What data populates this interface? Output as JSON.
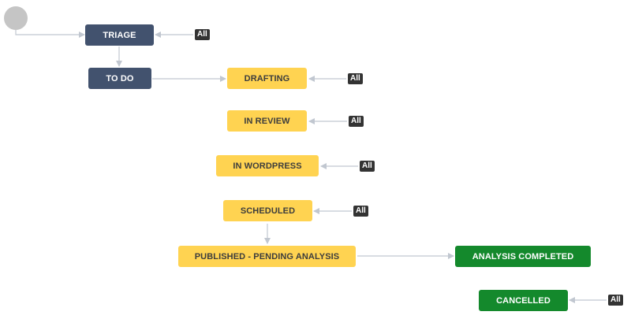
{
  "workflow": {
    "statuses": {
      "triage": "TRIAGE",
      "todo": "TO DO",
      "drafting": "DRAFTING",
      "in_review": "IN REVIEW",
      "in_wordpress": "IN WORDPRESS",
      "scheduled": "SCHEDULED",
      "published": "PUBLISHED - PENDING ANALYSIS",
      "analysis_completed": "ANALYSIS COMPLETED",
      "cancelled": "CANCELLED"
    },
    "global_transition_label": "All",
    "colors": {
      "todo": "#42526e",
      "in_progress": "#ffd351",
      "done": "#14892c",
      "connector": "#c1c7d0",
      "badge": "#333333",
      "start_node": "#c5c5c5"
    }
  }
}
